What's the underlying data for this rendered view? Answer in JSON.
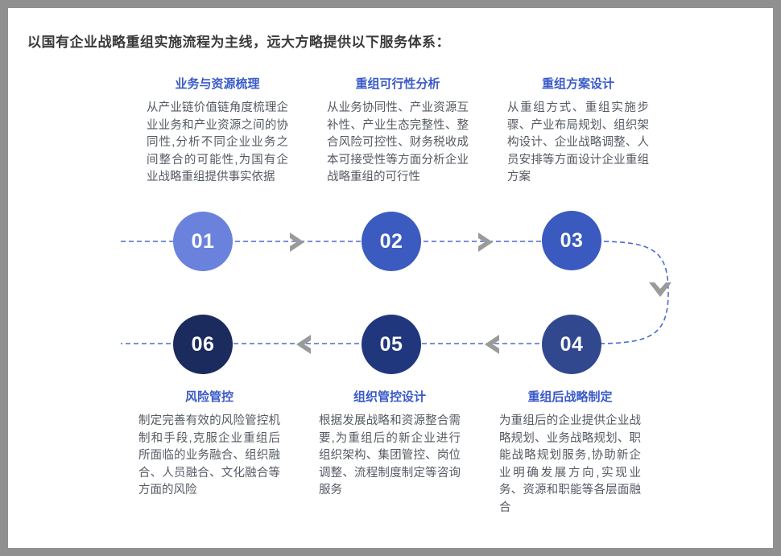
{
  "page": {
    "title": "以国有企业战略重组实施流程为主线，远大方略提供以下服务体系："
  },
  "theme": {
    "frame_border": "#909090",
    "background": "#ffffff",
    "title_color": "#3a3a3a",
    "heading_color": "#3a5ac8",
    "body_color": "#555a63",
    "connector_color": "#4a6ad0",
    "chevron_color": "#9a9a9a"
  },
  "steps": [
    {
      "number": "01",
      "title": "业务与资源梳理",
      "body": "从产业链价值链角度梳理企业业务和产业资源之间的协同性,分析不同企业业务之间整合的可能性,为国有企业战略重组提供事实依据",
      "color": "#6b82dd",
      "row": "top"
    },
    {
      "number": "02",
      "title": "重组可行性分析",
      "body": "从业务协同性、产业资源互补性、产业生态完整性、整合风险可控性、财务税收成本可接受性等方面分析企业战略重组的可行性",
      "color": "#3c5bc0",
      "row": "top"
    },
    {
      "number": "03",
      "title": "重组方案设计",
      "body": "从重组方式、重组实施步骤、产业布局规划、组织架构设计、企业战略调整、人员安排等方面设计企业重组方案",
      "color": "#3a5ac0",
      "row": "top"
    },
    {
      "number": "04",
      "title": "重组后战略制定",
      "body": "为重组后的企业提供企业战略规划、业务战略规划、职能战略规划服务,协助新企业明确发展方向,实现业务、资源和职能等各层面融合",
      "color": "#31488f",
      "row": "bottom"
    },
    {
      "number": "05",
      "title": "组织管控设计",
      "body": "根据发展战略和资源整合需要,为重组后的新企业进行组织架构、集团管控、岗位调整、流程制度制定等咨询服务",
      "color": "#20377e",
      "row": "bottom"
    },
    {
      "number": "06",
      "title": "风险管控",
      "body": "制定完善有效的风险管控机制和手段,克服企业重组后所面临的业务融合、组织融合、人员融合、文化融合等方面的风险",
      "color": "#1c2b5e",
      "row": "bottom"
    }
  ],
  "connectors": {
    "arrow_1_2": "chevron-right-icon",
    "arrow_2_3": "chevron-right-icon",
    "arrow_3_4": "chevron-down-icon",
    "arrow_4_5": "chevron-left-icon",
    "arrow_5_6": "chevron-left-icon"
  }
}
